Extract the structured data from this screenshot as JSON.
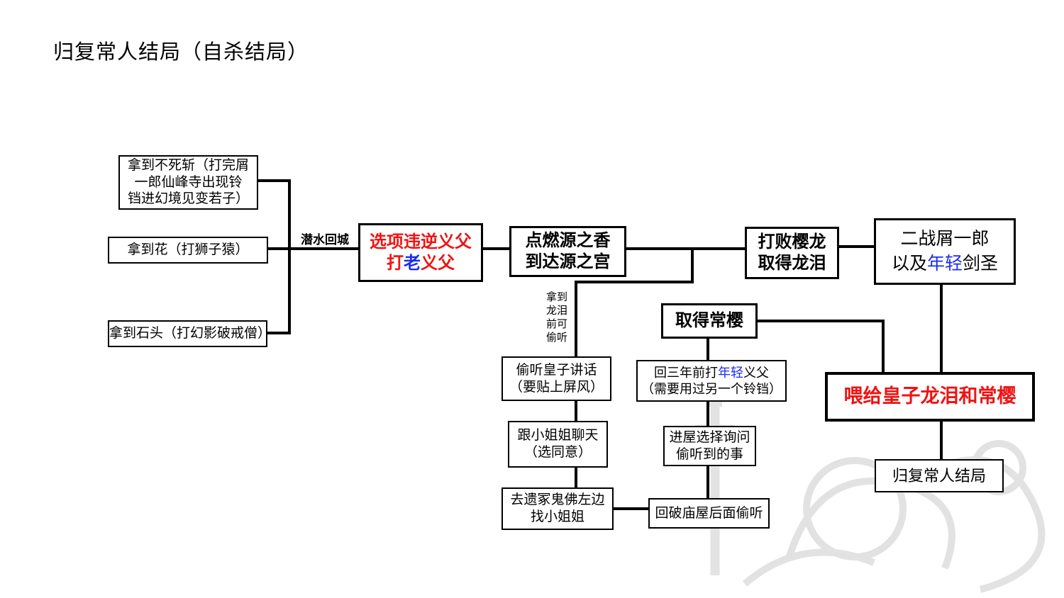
{
  "title": "归复常人结局（自杀结局）",
  "colors": {
    "red": "#f01212",
    "blue": "#1b2cf0",
    "line": "#000000",
    "watermark": "#dedede"
  },
  "edge_labels": {
    "dive_back": "潜水回城",
    "pre_tear_note": [
      "拿到",
      "龙泪",
      "前可",
      "偷听"
    ]
  },
  "nodes": {
    "mortal_blade": {
      "lines": [
        "拿到不死斩（打完屑",
        "一郎仙峰寺出现铃",
        "铛进幻境见变若子）"
      ]
    },
    "flower": {
      "lines": [
        "拿到花（打狮子猿）"
      ]
    },
    "stone": {
      "lines": [
        "拿到石头（打幻影破戒僧）"
      ]
    },
    "defy_father": {
      "line1": "选项违逆义父",
      "line2_a": "打",
      "line2_b": "老",
      "line2_c": "义父"
    },
    "incense": {
      "lines": [
        "点燃源之香",
        "到达源之宫"
      ]
    },
    "dragon": {
      "lines": [
        "打败樱龙",
        "取得龙泪"
      ]
    },
    "genichiro": {
      "line1": "二战屑一郎",
      "line2_a": "以及",
      "line2_b": "年轻",
      "line2_c": "剑圣"
    },
    "eavesdrop_prince": {
      "lines": [
        "偷听皇子讲话",
        "（要贴上屏风）"
      ]
    },
    "chat_lady": {
      "lines": [
        "跟小姐姐聊天",
        "（选同意）"
      ]
    },
    "find_lady": {
      "lines": [
        "去遗冢鬼佛左边",
        "找小姐姐"
      ]
    },
    "temple_eavesdrop": {
      "lines": [
        "回破庙屋后面偷听"
      ]
    },
    "ask_inside": {
      "lines": [
        "进屋选择询问",
        "偷听到的事"
      ]
    },
    "young_father": {
      "line1_a": "回三年前打",
      "line1_b": "年轻",
      "line1_c": "义父",
      "line2": "（需要用过另一个铃铛）"
    },
    "everblossom": {
      "lines": [
        "取得常樱"
      ]
    },
    "feed_prince": {
      "lines": [
        "喂给皇子龙泪和常樱"
      ]
    },
    "ending": {
      "lines": [
        "归复常人结局"
      ]
    }
  }
}
